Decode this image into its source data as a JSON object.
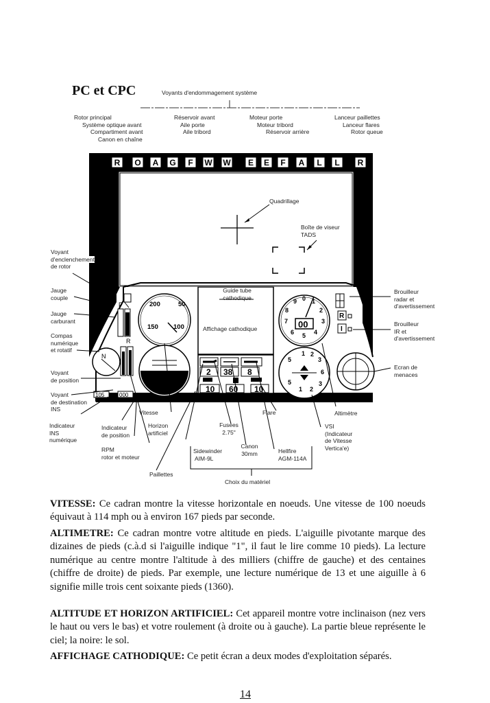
{
  "heading": "PC et CPC",
  "top_caption": "Voyants d'endommagement système",
  "warning_labels": {
    "col1": [
      "Rotor principal",
      "Système optique avant",
      "Compartiment avant",
      "Canon en chaîne"
    ],
    "col2": [
      "Réservoir avant",
      "Aile porte",
      "Aile tribord"
    ],
    "col3": [
      "Moteur porte",
      "Moteur tribord",
      "Réservoir arrière"
    ],
    "col4": [
      "Lanceur paillettes",
      "Lanceur flares",
      "Rotor queue"
    ]
  },
  "warning_lights": [
    "R",
    "O",
    "A",
    "G",
    "F",
    "W",
    "W",
    "E",
    "E",
    "F",
    "A",
    "L",
    "L",
    "R"
  ],
  "callouts": {
    "quadrillage": "Quadrillage",
    "boite_viseur": [
      "Boîte de viseur",
      "TADS"
    ],
    "voyant_rotor": [
      "Voyant",
      "d'enclenchement",
      "de rotor"
    ],
    "jauge_couple": [
      "Jauge",
      "couple"
    ],
    "jauge_carburant": [
      "Jauge",
      "carburant"
    ],
    "compas": [
      "Compas",
      "numérique",
      "et rotatif"
    ],
    "voyant_position": [
      "Voyant",
      "de position"
    ],
    "voyant_destination": [
      "Voyant",
      "de destination",
      "INS"
    ],
    "indicateur_ins": [
      "Indicateur",
      "INS",
      "numérique"
    ],
    "indicateur_position": [
      "Indicateur",
      "de position"
    ],
    "rpm": [
      "RPM",
      "rotor et moteur"
    ],
    "vitesse": "Vitesse",
    "horizon": [
      "Horizon",
      "artificiel"
    ],
    "paillettes": "Paillettes",
    "guide_tube": [
      "Guide tube",
      "cathodique"
    ],
    "affichage": "Affichage cathodique",
    "fusees": [
      "Fusées",
      "2.75\""
    ],
    "canon": [
      "Canon",
      "30mm"
    ],
    "sidewinder": [
      "Sidewinder",
      "AIM-9L"
    ],
    "hellfire": [
      "Hellfire",
      "AGM-114A"
    ],
    "choix": "Choix du matériel",
    "flare": "Flare",
    "altimetre": "Altimètre",
    "vsi": [
      "VSI",
      "(Indicateur",
      "de Vitesse",
      "Vertica'e)"
    ],
    "brouilleur_radar": [
      "Brouilleur",
      "radar et",
      "d'avertissement"
    ],
    "brouilleur_ir": [
      "Brouilleur",
      "IR et",
      "d'avertissement"
    ],
    "ecran_menaces": [
      "Ecran de",
      "menaces"
    ]
  },
  "instruments": {
    "speed_ticks": [
      "200",
      "50",
      "150",
      "100"
    ],
    "alt_ticks": [
      "9",
      "0",
      "1",
      "8",
      "2",
      "7",
      "3",
      "6",
      "5",
      "4"
    ],
    "alt_digits": "00",
    "vsi_ticks": [
      "1",
      "2",
      "3",
      "5",
      "6",
      "5",
      "3",
      "1",
      "2"
    ],
    "weapon_counts": [
      "2",
      "38",
      "8",
      "10",
      "60",
      "10"
    ],
    "fuel_letter_f": "F",
    "fuel_letter_r": "R",
    "compass_n": "N",
    "ins_dest": "105",
    "ins_pos": "000",
    "jammer_r": "R",
    "jammer_i": "I"
  },
  "paragraphs": [
    {
      "head": "VITESSE:",
      "text": " Ce cadran montre la vitesse horizontale en noeuds. Une vitesse de 100 noeuds équivaut à 114 mph ou à environ 167 pieds par seconde."
    },
    {
      "head": "ALTIMETRE:",
      "text": " Ce cadran montre votre altitude en pieds. L'aiguille pivotante marque des dizaines de pieds (c.à.d si l'aiguille indique \"1\", il faut le lire comme 10 pieds). La lecture numérique au centre montre l'altitude à des milliers (chiffre de gauche) et des centaines (chiffre de droite) de pieds. Par exemple, une lecture numérique de 13 et une aiguille à 6 signifie mille trois cent soixante pieds (1360)."
    },
    {
      "head": "ALTITUDE ET HORIZON ARTIFICIEL:",
      "text": " Cet appareil montre votre inclinaison (nez vers le haut ou vers le bas) et votre roulement (à droite ou à gauche). La partie bleue représente le ciel; la noire: le sol."
    },
    {
      "head": "AFFICHAGE CATHODIQUE:",
      "text": " Ce petit écran a deux modes d'exploitation séparés."
    }
  ],
  "page_number": "14"
}
